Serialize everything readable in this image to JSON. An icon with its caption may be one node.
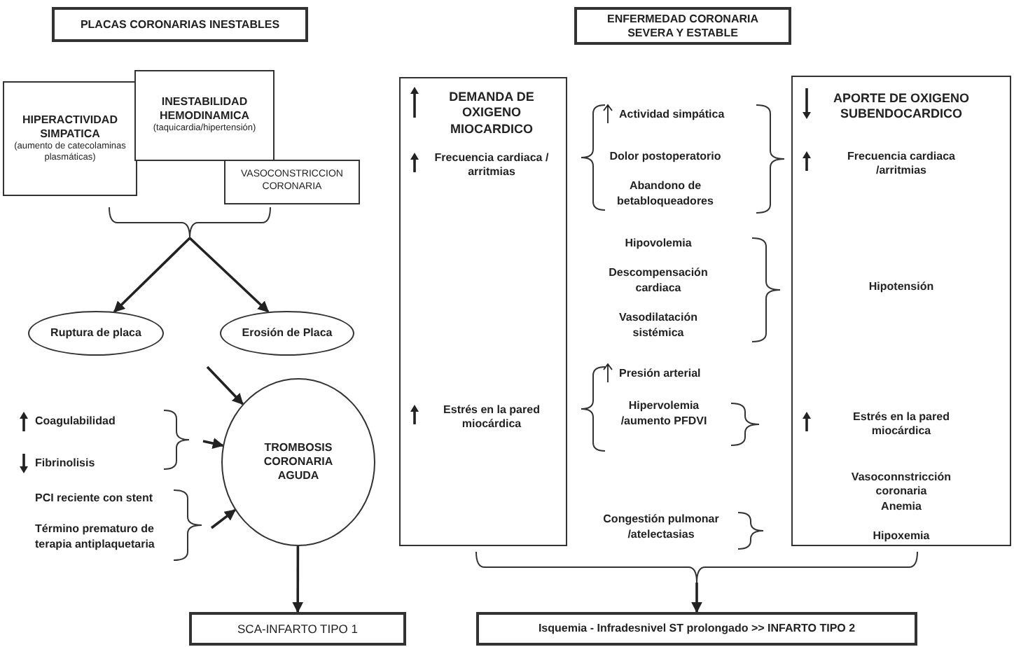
{
  "diagram": {
    "nodes": [
      {
        "text": [
          "PLACAS CORONARIAS INESTABLES"
        ]
      },
      {
        "text": [
          "HIPERACTIVIDAD SIMPATICA",
          "(aumento de catecolaminas plasmáticas)"
        ]
      },
      {
        "text": [
          "INESTABILIDAD HEMODINAMICA",
          "(taquicardia/hipertensión)"
        ]
      },
      {
        "text": [
          "VASOCONSTRICCION CORONARIA"
        ]
      },
      {
        "text": [
          "Ruptura de placa"
        ]
      },
      {
        "text": [
          "Erosión de Placa"
        ]
      },
      {
        "text": [
          "TROMBOSIS CORONARIA AGUDA"
        ]
      },
      {
        "text": [
          "SCA-INFARTO TIPO 1"
        ]
      },
      {
        "text": [
          "ENFERMEDAD CORONARIA SEVERA Y ESTABLE"
        ]
      },
      {
        "text": [
          "DEMANDA DE OXIGENO MIOCARDICO",
          "Frecuencia cardiaca / arritmias",
          "Estrés en la pared miocárdica"
        ]
      },
      {
        "text": [
          "APORTE DE OXIGENO SUBENDOCARDICO",
          "Frecuencia cardiaca /arritmias",
          "Hipotensión",
          "Estrés en la pared miocárdica",
          "Vasoconnstricción coronaria",
          "Anemia",
          "Hipoxemia"
        ]
      },
      {
        "text": [
          "Isquemia - Infradesnivel ST prolongado >> INFARTO TIPO 2"
        ]
      },
      {
        "text": [],
        "shape": "bracket"
      },
      {
        "text": [],
        "shape": "bracket"
      }
    ],
    "edges": [
      {
        "from": 12,
        "to": 4,
        "arrow": "to"
      },
      {
        "from": 12,
        "to": 5,
        "arrow": "to"
      },
      {
        "from": null,
        "to": 6,
        "arrow": "to"
      },
      {
        "from": null,
        "to": 6,
        "arrow": "to"
      },
      {
        "from": null,
        "to": 6,
        "arrow": "to"
      },
      {
        "from": 6,
        "to": 7,
        "arrow": "to"
      },
      {
        "from": 13,
        "to": 11,
        "arrow": "to"
      }
    ],
    "labels": [
      "Coagulabilidad",
      "Fibrinolisis",
      "PCI reciente con stent",
      "Término prematuro de terapia antiplaquetaria",
      "Actividad simpática",
      "Dolor postoperatorio",
      "Abandono de betabloqueadores",
      "Hipovolemia",
      "Descompensación cardiaca",
      "Vasodilatación sistémica",
      "Presión arterial",
      "Hipervolemia /aumento PFDVI",
      "Congestión pulmonar /atelectasias"
    ]
  }
}
